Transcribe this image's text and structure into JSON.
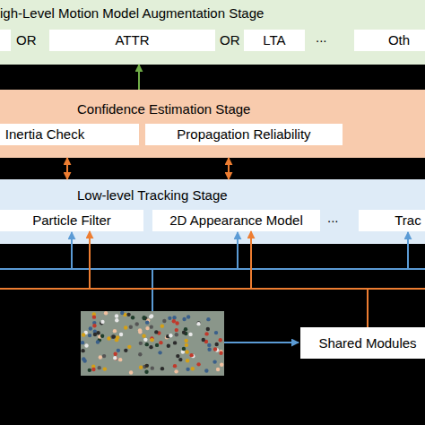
{
  "diagram": {
    "nodes": [
      {
        "text": [
          "igh-Level Motion Model Augmentation Stage"
        ]
      },
      {
        "text": [
          "ATTR"
        ],
        "in": 0
      },
      {
        "text": [
          "LTA"
        ],
        "in": 0
      },
      {
        "text": [
          "Oth"
        ],
        "in": 0
      },
      {
        "text": [
          "Confidence Estimation Stage"
        ]
      },
      {
        "text": [
          "Inertia Check"
        ],
        "in": 4
      },
      {
        "text": [
          "Propagation Reliability"
        ],
        "in": 4
      },
      {
        "text": [
          "Low-level Tracking Stage"
        ]
      },
      {
        "text": [
          "Particle Filter"
        ],
        "in": 7
      },
      {
        "text": [
          "2D Appearance Model"
        ],
        "in": 7
      },
      {
        "text": [
          "Trac"
        ],
        "in": 7
      },
      {
        "text": [
          "Shared Modules"
        ]
      }
    ],
    "edges": [
      {
        "from": 4,
        "to": 0,
        "arrow": "to"
      },
      {
        "from": 7,
        "to": 4,
        "arrow": "both"
      },
      {
        "from": 7,
        "to": 4,
        "arrow": "both"
      },
      {
        "from": 11,
        "to": 8,
        "arrow": "to"
      },
      {
        "from": 11,
        "to": 9,
        "arrow": "to"
      }
    ],
    "labels": [
      "OR",
      "OR",
      "...",
      "..."
    ]
  }
}
